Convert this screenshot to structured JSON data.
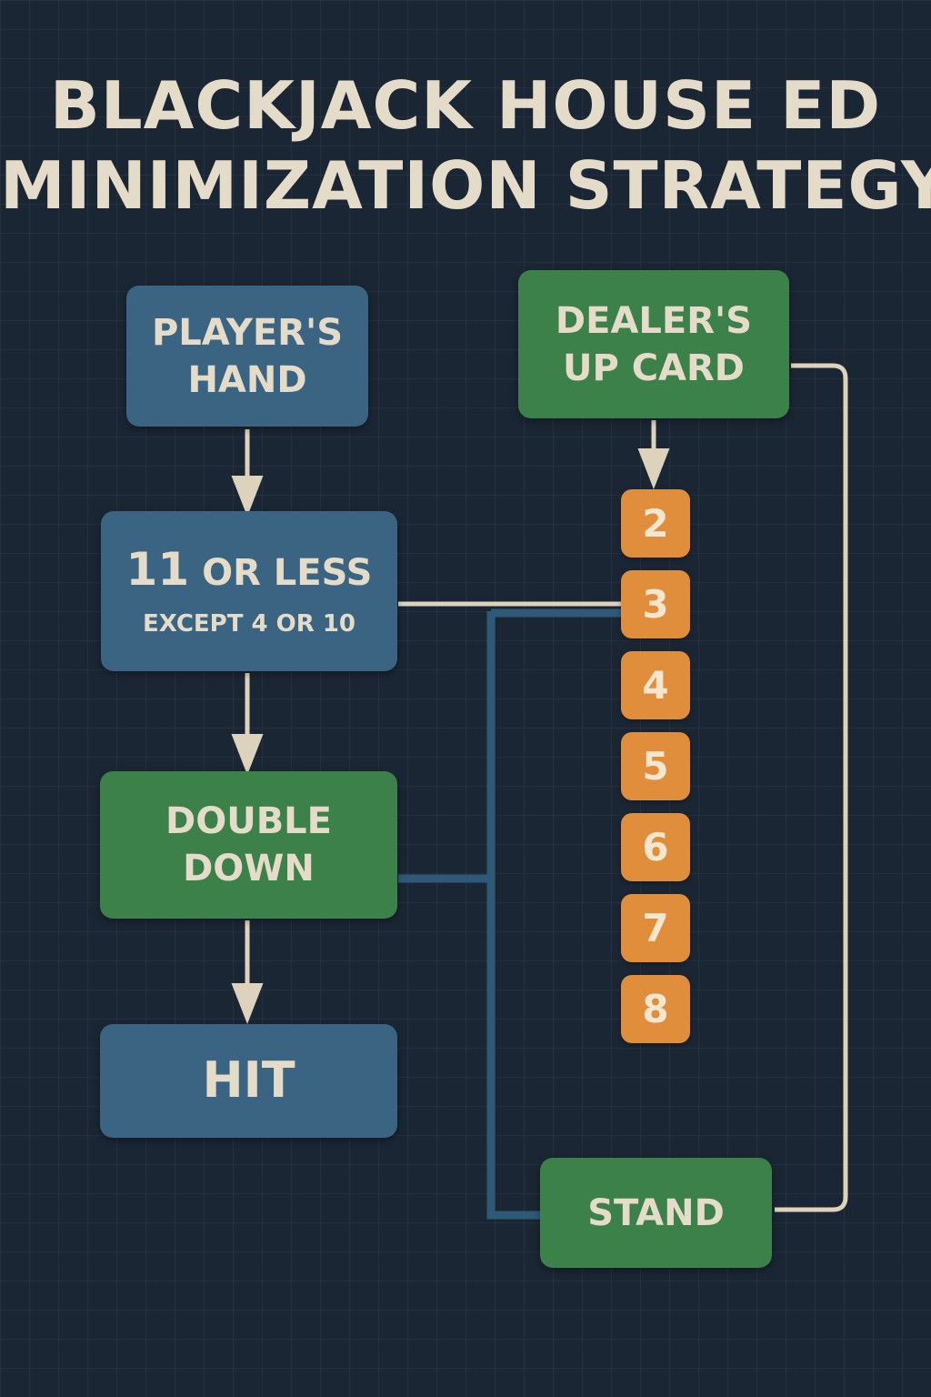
{
  "title": {
    "line1": "BLACKJACK HOUSE ED",
    "line2": "MINIMIZATION STRATEGY"
  },
  "nodes": {
    "players_hand": {
      "line1": "PLAYER'S",
      "line2": "HAND"
    },
    "condition": {
      "number": "11",
      "rest": "OR LESS",
      "note": "EXCEPT 4 OR 10"
    },
    "double_down": {
      "line1": "DOUBLE",
      "line2": "DOWN"
    },
    "hit": {
      "label": "HIT"
    },
    "dealers_up_card": {
      "line1": "DEALER'S",
      "line2": "UP CARD"
    },
    "stand": {
      "label": "STAND"
    }
  },
  "dealer_cards": [
    "2",
    "3",
    "4",
    "5",
    "6",
    "7",
    "8"
  ],
  "colors": {
    "background": "#1b2634",
    "blue_box": "#3a6481",
    "green_box": "#3c8149",
    "card": "#e08e3c",
    "text": "#e4dcc8",
    "connector_light": "#ddd3bd",
    "connector_blue": "#2e5a78"
  }
}
